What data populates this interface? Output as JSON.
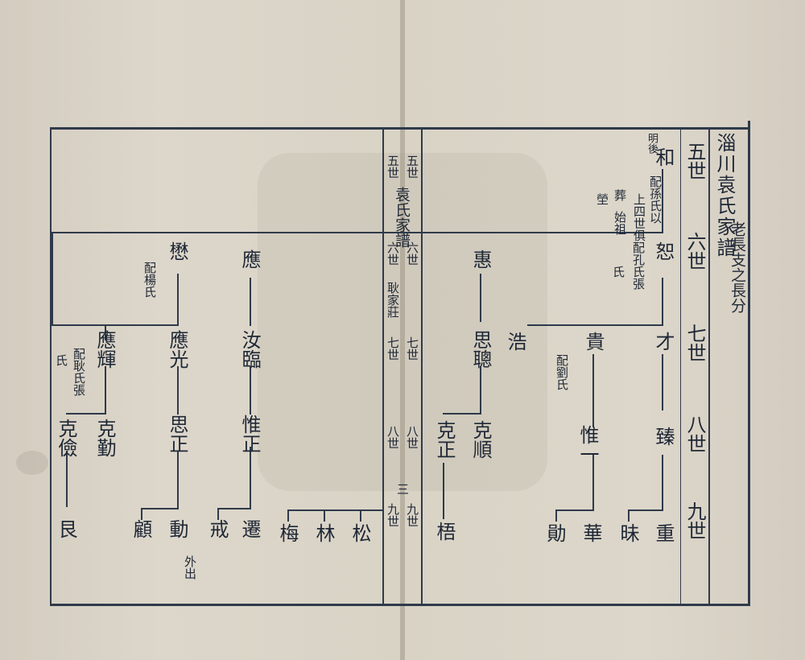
{
  "title": "淄川袁氏家譜",
  "subtitle": "老長支之長分",
  "gen": {
    "g5": "五世",
    "g6": "六世",
    "g7": "七世",
    "g8": "八世",
    "g9": "九世"
  },
  "center": {
    "title": "袁氏家譜",
    "place": "耿家莊",
    "page": "三"
  },
  "persons": {
    "he": "和",
    "he_note": "明後",
    "he_spouse": "配孫氏以",
    "he_spouse2": "上四世俱",
    "he_burial": "葬",
    "he_burial2": "始祖",
    "he_burial3": "塋",
    "shu": "恕",
    "shu_spouse": "配孔氏張",
    "shu_spouse2": "氏",
    "cai": "才",
    "gui": "貴",
    "gui_spouse": "配劉氏",
    "hao": "浩",
    "zhen": "臻",
    "weiyi": "惟一",
    "zhong": "重",
    "wei": "昧",
    "hua": "華",
    "xun": "勛",
    "hui": "惠",
    "sicong": "思聰",
    "keshun": "克順",
    "kezheng": "克正",
    "ge": "梧",
    "ying": "應",
    "mao": "懋",
    "mao_spouse": "配楊氏",
    "rulin": "汝臨",
    "weizheng": "惟正",
    "qian": "遷",
    "jie": "戒",
    "yingguang": "應光",
    "sizheng": "思正",
    "dong": "動",
    "dong_note": "外出",
    "gu": "顧",
    "yinghui": "應輝",
    "yinghui_spouse": "配耿氏張",
    "yinghui_spouse2": "氏",
    "keqin": "克勤",
    "kejian": "克儉",
    "gen": "艮",
    "mei": "梅",
    "lin": "林",
    "song": "松"
  },
  "marks": {
    "san": "三",
    "dot": "、",
    "circ": "○"
  }
}
